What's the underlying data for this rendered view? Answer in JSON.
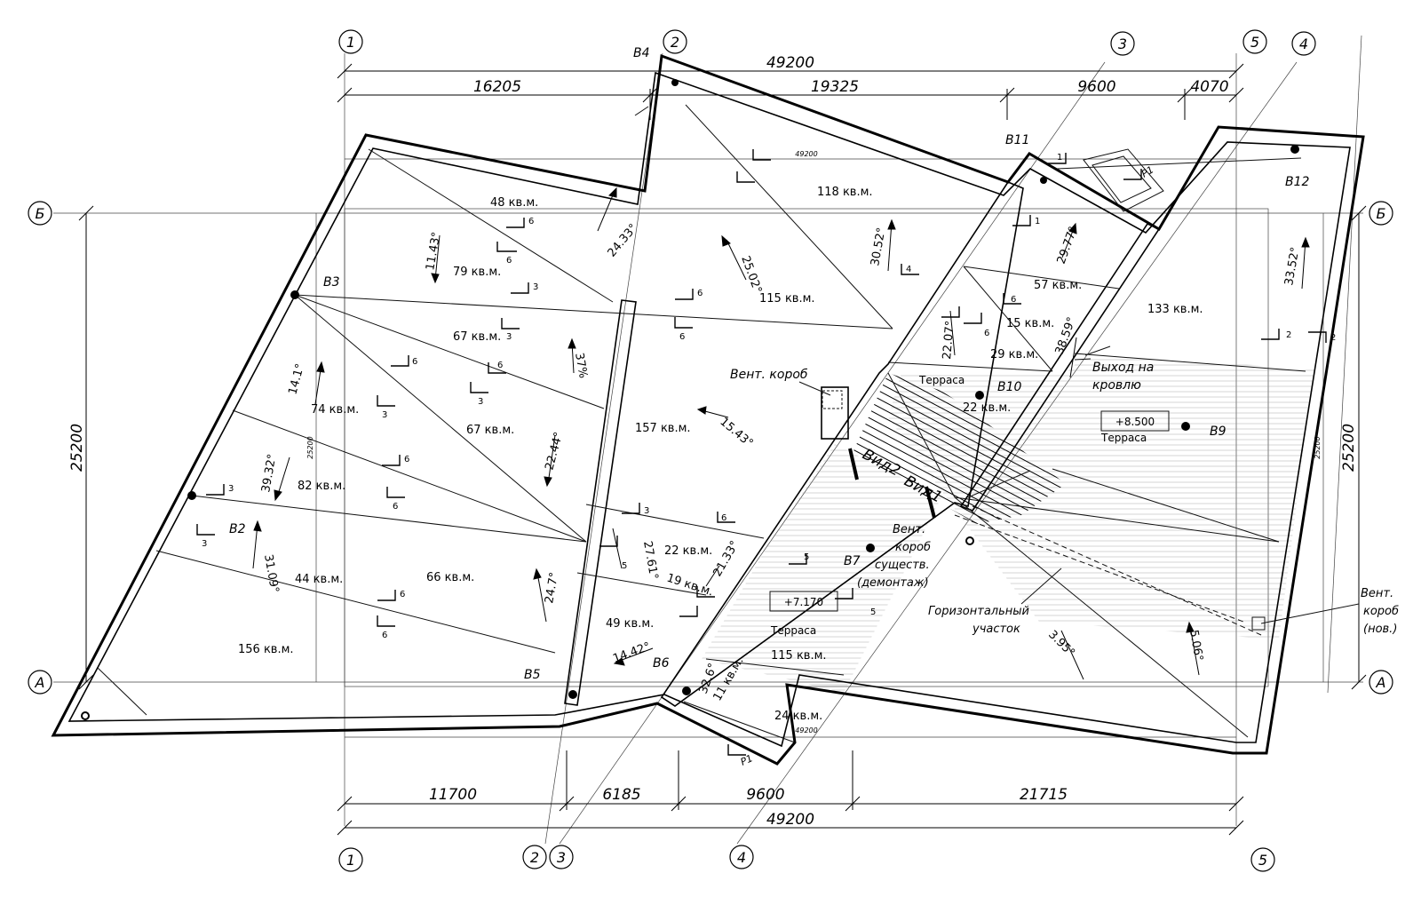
{
  "axes_top": [
    "1",
    "2",
    "3",
    "5",
    "4"
  ],
  "axes_bottom": [
    "1",
    "2",
    "3",
    "4",
    "5"
  ],
  "axes_side": {
    "left_B": "Б",
    "left_A": "А",
    "right_B": "Б",
    "right_A": "А"
  },
  "dims_top": {
    "total": "49200",
    "d1": "16205",
    "d2": "19325",
    "d3": "9600",
    "d4": "4070"
  },
  "dims_bottom": {
    "d1": "11700",
    "d2": "6185",
    "d3": "9600",
    "d4": "21715",
    "total": "49200"
  },
  "dims_side": {
    "left": "25200",
    "right": "25200",
    "inner_left": "25200",
    "inner_right": "25200",
    "inner_top": "49200",
    "inner_bottom": "49200"
  },
  "drains": {
    "b1": "В2",
    "b2": "В3",
    "b3": "В4",
    "b4": "В5",
    "b5": "В6",
    "b6": "В7",
    "b7": "В9",
    "b8": "В10",
    "b9": "В11",
    "b10": "В12"
  },
  "areas": {
    "a48": "48 кв.м.",
    "a118": "118 кв.м.",
    "a79": "79 кв.м.",
    "a115a": "115 кв.м.",
    "a67a": "67 кв.м.",
    "a74": "74 кв.м.",
    "a67b": "67 кв.м.",
    "a157": "157 кв.м.",
    "a82": "82 кв.м.",
    "a44": "44 кв.м.",
    "a66": "66 кв.м.",
    "a156": "156 кв.м.",
    "a22a": "22 кв.м.",
    "a19": "19 кв.м.",
    "a49": "49 кв.м.",
    "a115b": "115 кв.м.",
    "a24": "24 кв.м.",
    "a11": "11 кв.м.",
    "a57": "57 кв.м.",
    "a15": "15 кв.м.",
    "a29": "29 кв.м.",
    "a22b": "22 кв.м.",
    "a133": "133 кв.м."
  },
  "angles": {
    "g1": "11.43°",
    "g2": "24.33°",
    "g3": "25.02°",
    "g4": "30.52°",
    "g5": "29.77°",
    "g6": "33.52°",
    "g7": "14.1°",
    "g8": "37%",
    "g9": "22.07°",
    "g10": "38.59°",
    "g11": "15.43°",
    "g12": "22.44°",
    "g13": "39.32°",
    "g14": "31.09°",
    "g15": "27.61°",
    "g16": "21.33°",
    "g17": "24.7°",
    "g18": "14.42°",
    "g19": "32.6°",
    "g20": "3.95°",
    "g21": "5.06°"
  },
  "labels": {
    "vent1": "Вент. короб",
    "terrace1": "Терраса",
    "terrace2": "Терраса",
    "terrace3": "Терраса",
    "exit1": "Выход на",
    "exit2": "кровлю",
    "level1": "+8.500",
    "level2": "+7.170",
    "vid2": "Вид2",
    "vid1": "Вид1",
    "ve1": "Вент.",
    "ve2": "короб",
    "ve3": "существ.",
    "ve4": "(демонтаж)",
    "h1": "Горизонтальный",
    "h2": "участок",
    "vn1": "Вент.",
    "vn2": "короб",
    "vn3": "(нов.)",
    "p1a": "Р1",
    "p1b": "Р1"
  },
  "slopes": [
    "6",
    "6",
    "3",
    "3",
    "6",
    "6",
    "3",
    "3",
    "6",
    "6",
    "3",
    "3",
    "6",
    "6",
    "5",
    "5",
    "6",
    "6",
    "4",
    "1",
    "2",
    "2",
    "1",
    "6",
    "6",
    "3",
    "6",
    "5"
  ]
}
